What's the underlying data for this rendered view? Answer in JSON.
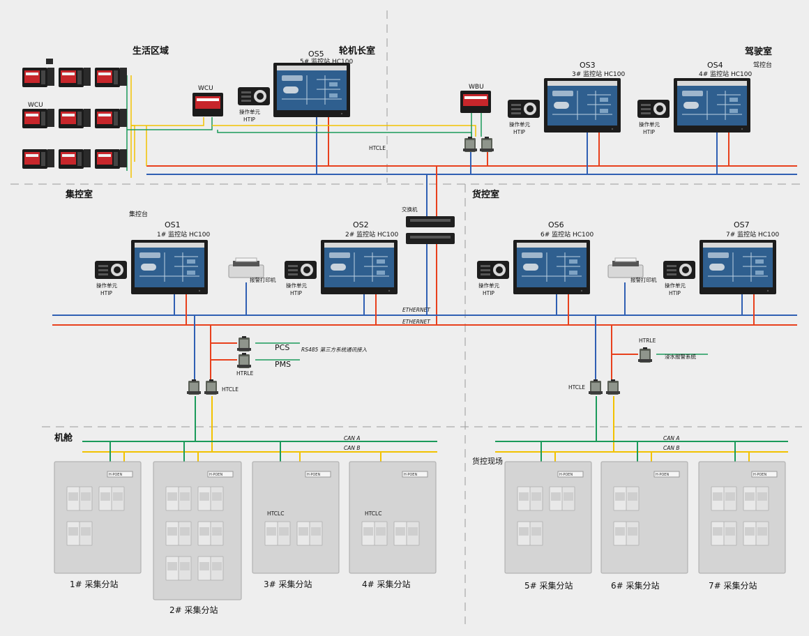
{
  "areas": {
    "living": "生活区域",
    "chief_engineer": "轮机长室",
    "bridge": "驾驶室",
    "bridge_console": "驾控台",
    "ecr": "集控室",
    "ecr_console": "集控台",
    "cargo_room": "货控室",
    "engine_room": "机舱",
    "cargo_field": "货控现场"
  },
  "stations": [
    {
      "id": "OS5",
      "label": "5# 监控站 HC100"
    },
    {
      "id": "OS3",
      "label": "3# 监控站 HC100"
    },
    {
      "id": "OS4",
      "label": "4# 监控站 HC100"
    },
    {
      "id": "OS1",
      "label": "1# 监控站 HC100"
    },
    {
      "id": "OS2",
      "label": "2# 监控站 HC100"
    },
    {
      "id": "OS6",
      "label": "6# 监控站 HC100"
    },
    {
      "id": "OS7",
      "label": "7# 监控站 HC100"
    }
  ],
  "op_unit": {
    "line1": "操作单元",
    "line2": "HTIP"
  },
  "devices": {
    "wcu": "WCU",
    "wbu": "WBU",
    "switch": "交换机",
    "printer": "报警打印机",
    "htcle": "HTCLE",
    "htrle": "HTRLE",
    "htclc": "HTCLC",
    "pcs": "PCS",
    "pms": "PMS",
    "rs485": "RS485 第三方系统通讯接入",
    "flood": "浸水报警系统"
  },
  "networks": {
    "ethernet": "ETHERNET",
    "can_a": "CAN A",
    "can_b": "CAN B"
  },
  "cabinets": {
    "brand": "H·POEN",
    "labels": [
      "1# 采集分站",
      "2# 采集分站",
      "3# 采集分站",
      "4# 采集分站",
      "5# 采集分站",
      "6# 采集分站",
      "7# 采集分站"
    ]
  },
  "colors": {
    "red": "#e8401c",
    "blue": "#2f5fb3",
    "green": "#1a9a5a",
    "yellow": "#f2c200",
    "screen": "#2f5f8f"
  }
}
